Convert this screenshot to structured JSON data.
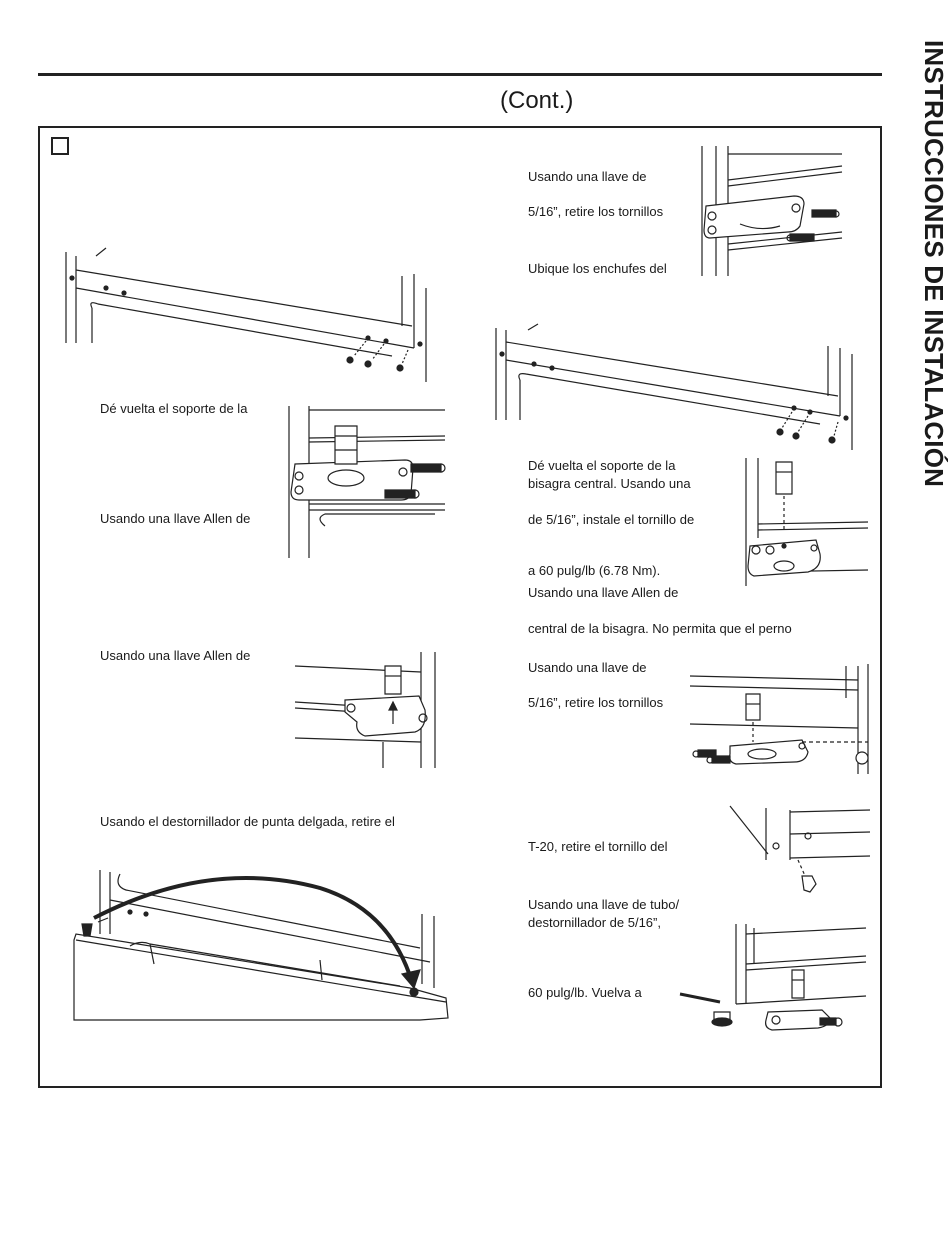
{
  "header": {
    "cont": "(Cont.)"
  },
  "side_title": "INSTRUCCIONES DE INSTALACIÓN",
  "left": {
    "step_flip_bracket": "Dé vuelta el soporte de la",
    "allen_1": "Usando una llave Allen de",
    "allen_2": "Usando una llave Allen de",
    "screwdriver": "Usando el destornillador de punta delgada, retire el"
  },
  "right": {
    "wrench_1a": "Usando una llave de",
    "wrench_1b": "5/16”, retire los tornillos",
    "locate_plugs": "Ubique los enchufes del",
    "flip_1": "Dé vuelta el soporte de la",
    "flip_2": "bisagra central. Usando una",
    "flip_3": "de 5/16”, instale el tornillo de",
    "torque": "a 60 pulg/lb (6.78 Nm).",
    "allen": "Usando una llave Allen de",
    "pin_warning": "central de la bisagra. No permita que el perno",
    "wrench_2a": "Usando una llave de",
    "wrench_2b": "5/16”, retire los tornillos",
    "t20": "T-20, retire el tornillo del",
    "socket_a": "Usando una llave de tubo/",
    "socket_b": "destornillador de 5/16”,",
    "torque_again": "60 pulg/lb. Vuelva a"
  },
  "icons": [
    "checkbox-icon",
    "screw-icon",
    "hinge-bracket-icon",
    "hinge-pin-icon",
    "curved-arrow-icon",
    "door-plug-icon"
  ]
}
